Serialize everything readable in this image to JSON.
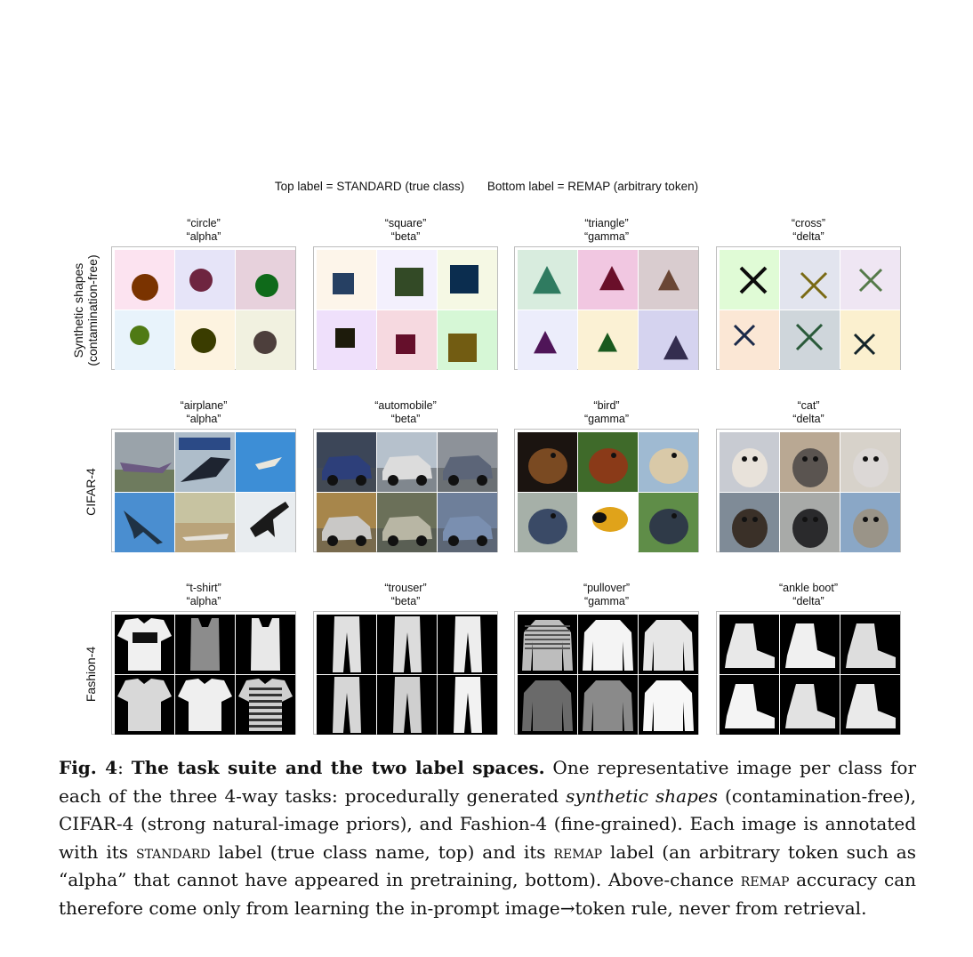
{
  "legend": {
    "top": "Top label = STANDARD (true class)",
    "bottom": "Bottom label = REMAP (arbitrary token)"
  },
  "rows": [
    {
      "label_line1": "Synthetic shapes",
      "label_line2": "(contamination-free)",
      "classes": [
        {
          "standard": "“circle”",
          "remap": "“alpha”"
        },
        {
          "standard": "“square”",
          "remap": "“beta”"
        },
        {
          "standard": "“triangle”",
          "remap": "“gamma”"
        },
        {
          "standard": "“cross”",
          "remap": "“delta”"
        }
      ]
    },
    {
      "label_line1": "CIFAR-4",
      "label_line2": "",
      "classes": [
        {
          "standard": "“airplane”",
          "remap": "“alpha”"
        },
        {
          "standard": "“automobile”",
          "remap": "“beta”"
        },
        {
          "standard": "“bird”",
          "remap": "“gamma”"
        },
        {
          "standard": "“cat”",
          "remap": "“delta”"
        }
      ]
    },
    {
      "label_line1": "Fashion-4",
      "label_line2": "",
      "classes": [
        {
          "standard": "“t-shirt”",
          "remap": "“alpha”"
        },
        {
          "standard": "“trouser”",
          "remap": "“beta”"
        },
        {
          "standard": "“pullover”",
          "remap": "“gamma”"
        },
        {
          "standard": "“ankle boot”",
          "remap": "“delta”"
        }
      ]
    }
  ],
  "caption": {
    "fig_label": "Fig. 4",
    "colon": ":",
    "title": "The task suite and the two label spaces.",
    "t1": " One representative image per class for each of the three 4-way tasks: procedurally generated ",
    "em1": "synthetic shapes",
    "t2": " (contamination-free), CIFAR-4 (strong natural-image priors), and Fashion-4 (fine-grained). Each image is annotated with its ",
    "sc1": "standard",
    "t3": " label (true class name, top) and its ",
    "sc2": "remap",
    "t4": " label (an arbitrary token such as “alpha” that cannot have appeared in pretraining, bottom). Above-chance ",
    "sc3": "remap",
    "t5": " accuracy can therefore come only from learning the in-prompt image→token rule, never from retrieval."
  },
  "colors": {
    "shapes_bg": [
      [
        "#fce3f0",
        "#e6e4f8",
        "#e7d1dc",
        "#e8f3fb",
        "#fdf3e0",
        "#f1f1e0"
      ],
      [
        "#fdf5ea",
        "#f3f0fd",
        "#f5f8e4",
        "#efe0fb",
        "#f6d9e0",
        "#d6f7d6"
      ],
      [
        "#d8ecde",
        "#f1c7e1",
        "#d9cccf",
        "#ecedfb",
        "#fbf1d4",
        "#d5d3ef"
      ],
      [
        "#e0fbd6",
        "#e2e4ee",
        "#efe6f3",
        "#fbe7d5",
        "#cfd6db",
        "#fbf0cf"
      ]
    ],
    "shapes_fg": [
      [
        "#7a3300",
        "#6e2540",
        "#0f6a1a",
        "#4f7a14",
        "#3a3c00",
        "#4d3f3c"
      ],
      [
        "#264063",
        "#334a26",
        "#0b2d4f",
        "#1d1b0b",
        "#650f2b",
        "#725c12"
      ],
      [
        "#2f7b60",
        "#6a0f2a",
        "#6a4635",
        "#4f1558",
        "#1a5a1f",
        "#342d4f"
      ],
      [
        "#0c0c0c",
        "#7a6a14",
        "#557a4a",
        "#1b2a4a",
        "#2a5a3a",
        "#14252a"
      ]
    ]
  }
}
